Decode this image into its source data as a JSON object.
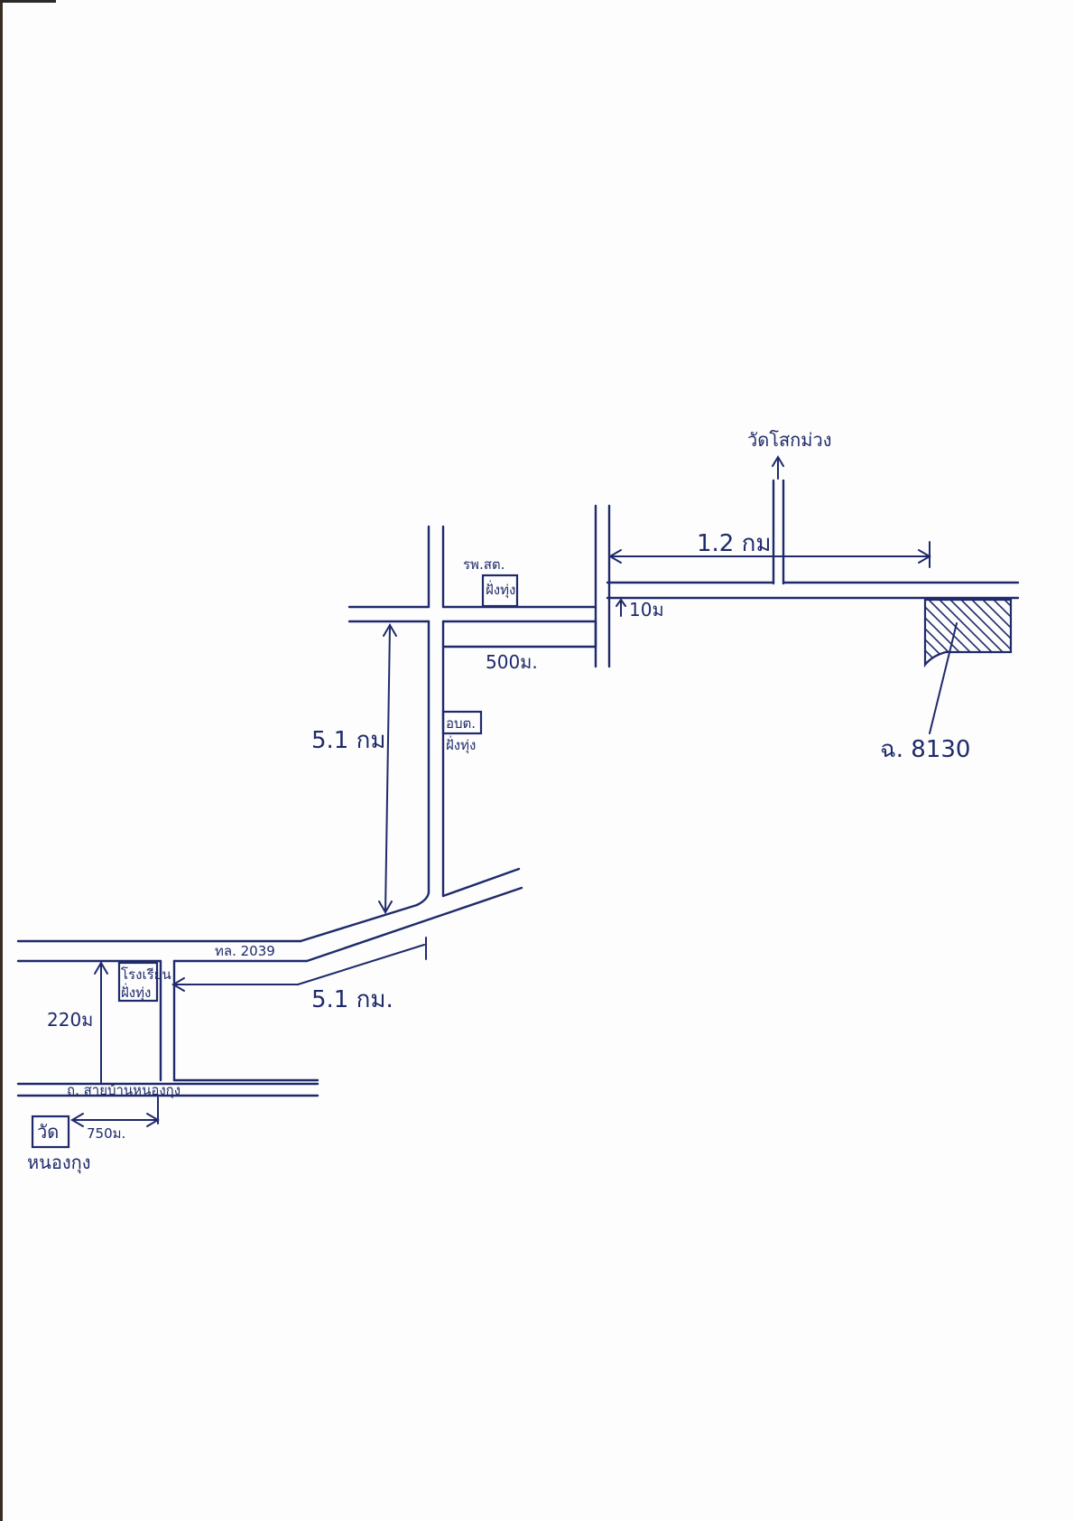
{
  "labels": {
    "temple_north": "วัดโสกม่วง",
    "dist_1_2km": "1.2 กม",
    "dist_10m": "10ม",
    "hospital_line1": "รพ.สต.",
    "hospital_line2": "ฝั่งทุ่ง",
    "dist_500m": "500ม.",
    "sao_line1": "อบต.",
    "sao_line2": "ฝั่งทุ่ง",
    "dist_5_1km_vertical": "5.1 กม",
    "parcel_label": "ฉ. 8130",
    "highway": "ทล. 2039",
    "dist_5_1km_lower": "5.1 กม.",
    "school_line1": "โรงเรียน",
    "school_line2": "ฝั่งทุ่ง",
    "dist_220m": "220ม",
    "lower_road": "ถ. สายบ้านหนองกุง",
    "dist_750m": "750ม.",
    "temple_south_line1": "วัด",
    "temple_south_line2": "หนองกุง"
  },
  "colors": {
    "ink": "#1f2a6b",
    "paper": "#fdfdfd"
  }
}
